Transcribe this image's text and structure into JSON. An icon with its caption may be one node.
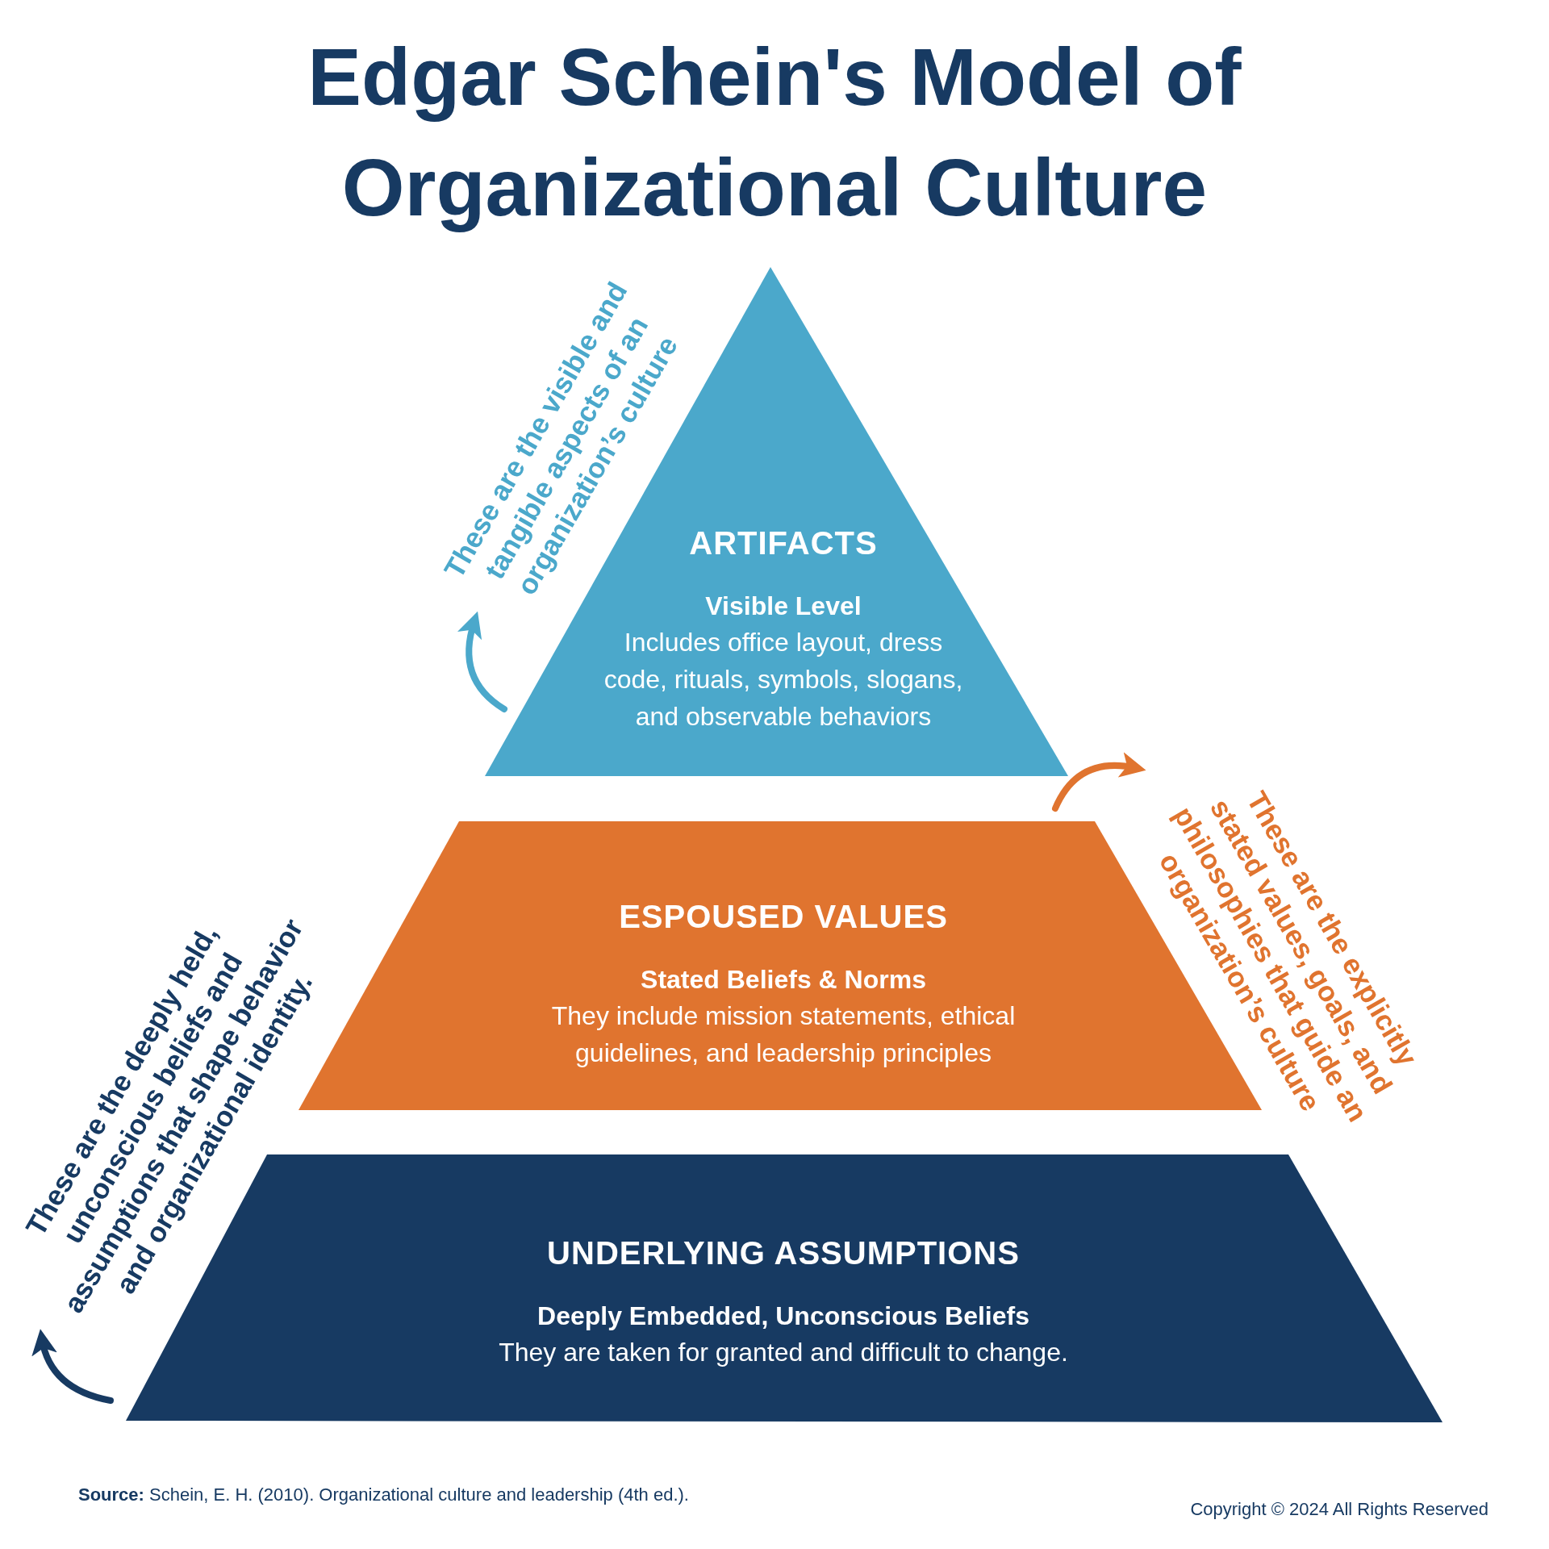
{
  "diagram": {
    "title": "Edgar Schein's Model of Organizational Culture",
    "nodes": [
      {
        "text": [
          "ARTIFACTS",
          "Visible Level",
          "Includes office layout, dress code, rituals, symbols, slogans, and observable behaviors"
        ]
      },
      {
        "text": [
          "These are the visible and tangible aspects of an organization’s culture"
        ]
      },
      {
        "text": [
          "ESPOUSED VALUES",
          "Stated Beliefs & Norms",
          "They include mission statements, ethical guidelines, and leadership principles"
        ]
      },
      {
        "text": [
          "These are the explicitly stated values, goals, and philosophies that guide an organization’s culture"
        ]
      },
      {
        "text": [
          "UNDERLYING ASSUMPTIONS",
          "Deeply Embedded, Unconscious Beliefs",
          "They are taken for granted and difficult to change."
        ]
      },
      {
        "text": [
          "These are the deeply held, unconscious beliefs and assumptions that shape behavior and organizational identity."
        ]
      }
    ],
    "edges": [
      {
        "from": 0,
        "to": 1,
        "arrow": "to",
        "color": "#4ba8cb"
      },
      {
        "from": 2,
        "to": 3,
        "arrow": "to",
        "color": "#e0742f"
      },
      {
        "from": 4,
        "to": 5,
        "arrow": "to",
        "color": "#173a62"
      }
    ],
    "labels": [
      "**Source:** Schein, E. H. (2010). Organizational culture and leadership (4th ed.).",
      "Copyright © 2024 All Rights Reserved"
    ]
  }
}
